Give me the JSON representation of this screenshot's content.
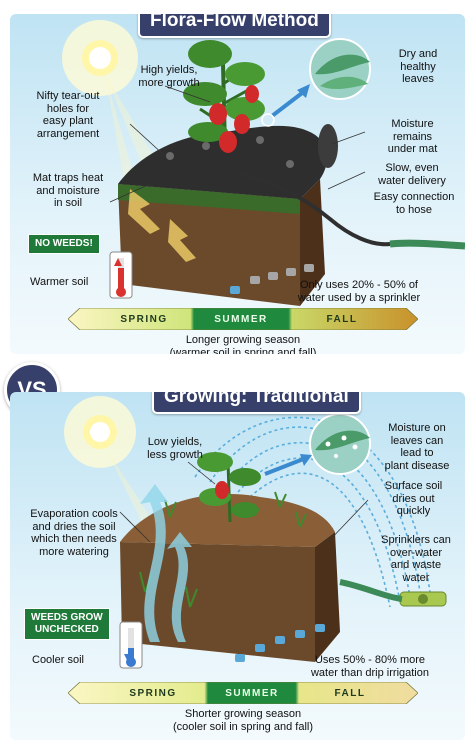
{
  "top": {
    "title": "Flora-Flow Method",
    "labels": {
      "high_yields": "High yields,\nmore growth",
      "tear_out_holes": "Nifty tear-out\nholes for\neasy plant\narrangement",
      "dry_leaves": "Dry and\nhealthy\nleaves",
      "moisture_under_mat": "Moisture\nremains\nunder mat",
      "slow_delivery": "Slow, even\nwater delivery",
      "mat_traps": "Mat traps heat\nand moisture\nin soil",
      "easy_connection": "Easy connection\nto hose",
      "no_weeds": "NO WEEDS!",
      "warmer_soil": "Warmer soil",
      "water_usage": "Only uses 20% - 50% of\nwater used by a sprinkler"
    },
    "seasons": [
      "SPRING",
      "SUMMER",
      "FALL"
    ],
    "caption": "Longer growing season\n(warmer soil in spring and fall)"
  },
  "vs_label": "VS",
  "bottom": {
    "title": "Growing: Traditional",
    "labels": {
      "low_yields": "Low yields,\nless growth",
      "moisture_on_leaves": "Moisture on\nleaves can\nlead to\nplant disease",
      "evaporation": "Evaporation cools\nand dries the soil\nwhich then needs\nmore watering",
      "surface_soil": "Surface soil\ndries out\nquickly",
      "sprinklers": "Sprinklers can\nover-water\nand waste\nwater",
      "weeds": "WEEDS GROW\nUNCHECKED",
      "cooler_soil": "Cooler soil",
      "water_usage": "Uses 50% - 80% more\nwater than drip irrigation"
    },
    "seasons": [
      "SPRING",
      "SUMMER",
      "FALL"
    ],
    "caption": "Shorter growing season\n(cooler soil in spring and fall)"
  },
  "colors": {
    "title_bg": "#36406a",
    "badge_green": "#1f7a3a",
    "spring": "#f3e98a",
    "summer": "#1f8a3e",
    "fall": "#c9912b",
    "sky": "#cfeaf6",
    "soil": "#6b4a2b",
    "mat": "#2e2e2e"
  }
}
